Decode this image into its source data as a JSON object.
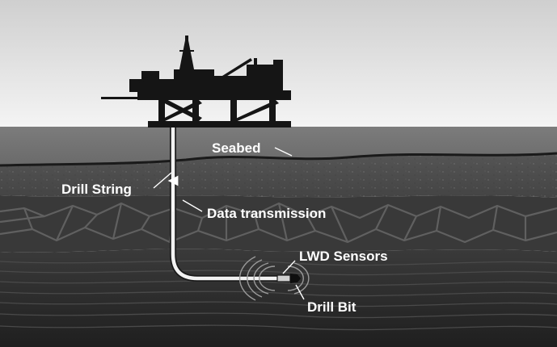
{
  "labels": {
    "seabed": "Seabed",
    "drill_string": "Drill String",
    "data_transmission": "Data transmission",
    "lwd_sensors": "LWD Sensors",
    "drill_bit": "Drill Bit"
  },
  "colors": {
    "sky_top": "#d2d2d2",
    "sky_bottom": "#f3f3f3",
    "water": "#767676",
    "sediment": "#4d4d4d",
    "rock": "#383838",
    "rock_cracks": "#5f5f5f",
    "deep_layers": "#2b2b2b",
    "pipe": "#f2f2f2",
    "label_text": "#ffffff",
    "platform": "#141414"
  }
}
